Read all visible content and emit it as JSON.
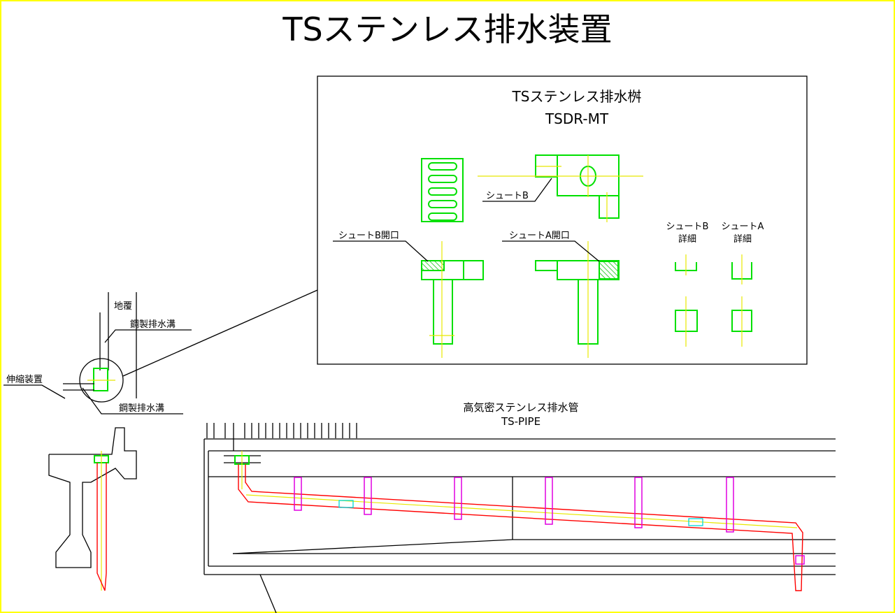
{
  "title": "TSステンレス排水装置",
  "detail_box": {
    "title": "TSステンレス排水桝",
    "model": "TSDR-MT",
    "labels": {
      "chute_b": "シュートB",
      "chute_b_opening": "シュートB開口",
      "chute_a_opening": "シュートA開口",
      "chute_b_detail": [
        "シュートB",
        "詳細"
      ],
      "chute_a_detail": [
        "シュートA",
        "詳細"
      ]
    }
  },
  "section": {
    "labels": {
      "ground_cover": "地覆",
      "steel_drain_top": "鋼製排水溝",
      "expansion_device": "伸縮装置",
      "steel_drain_bottom": "鋼製排水溝"
    }
  },
  "pipe": {
    "title": "高気密ステンレス排水管",
    "model": "TS-PIPE"
  },
  "colors": {
    "frame": "#ffff00",
    "green": "#00e000",
    "yellow": "#e8e800",
    "red": "#ff0000",
    "magenta": "#e000e0",
    "cyan": "#00d8d8"
  }
}
